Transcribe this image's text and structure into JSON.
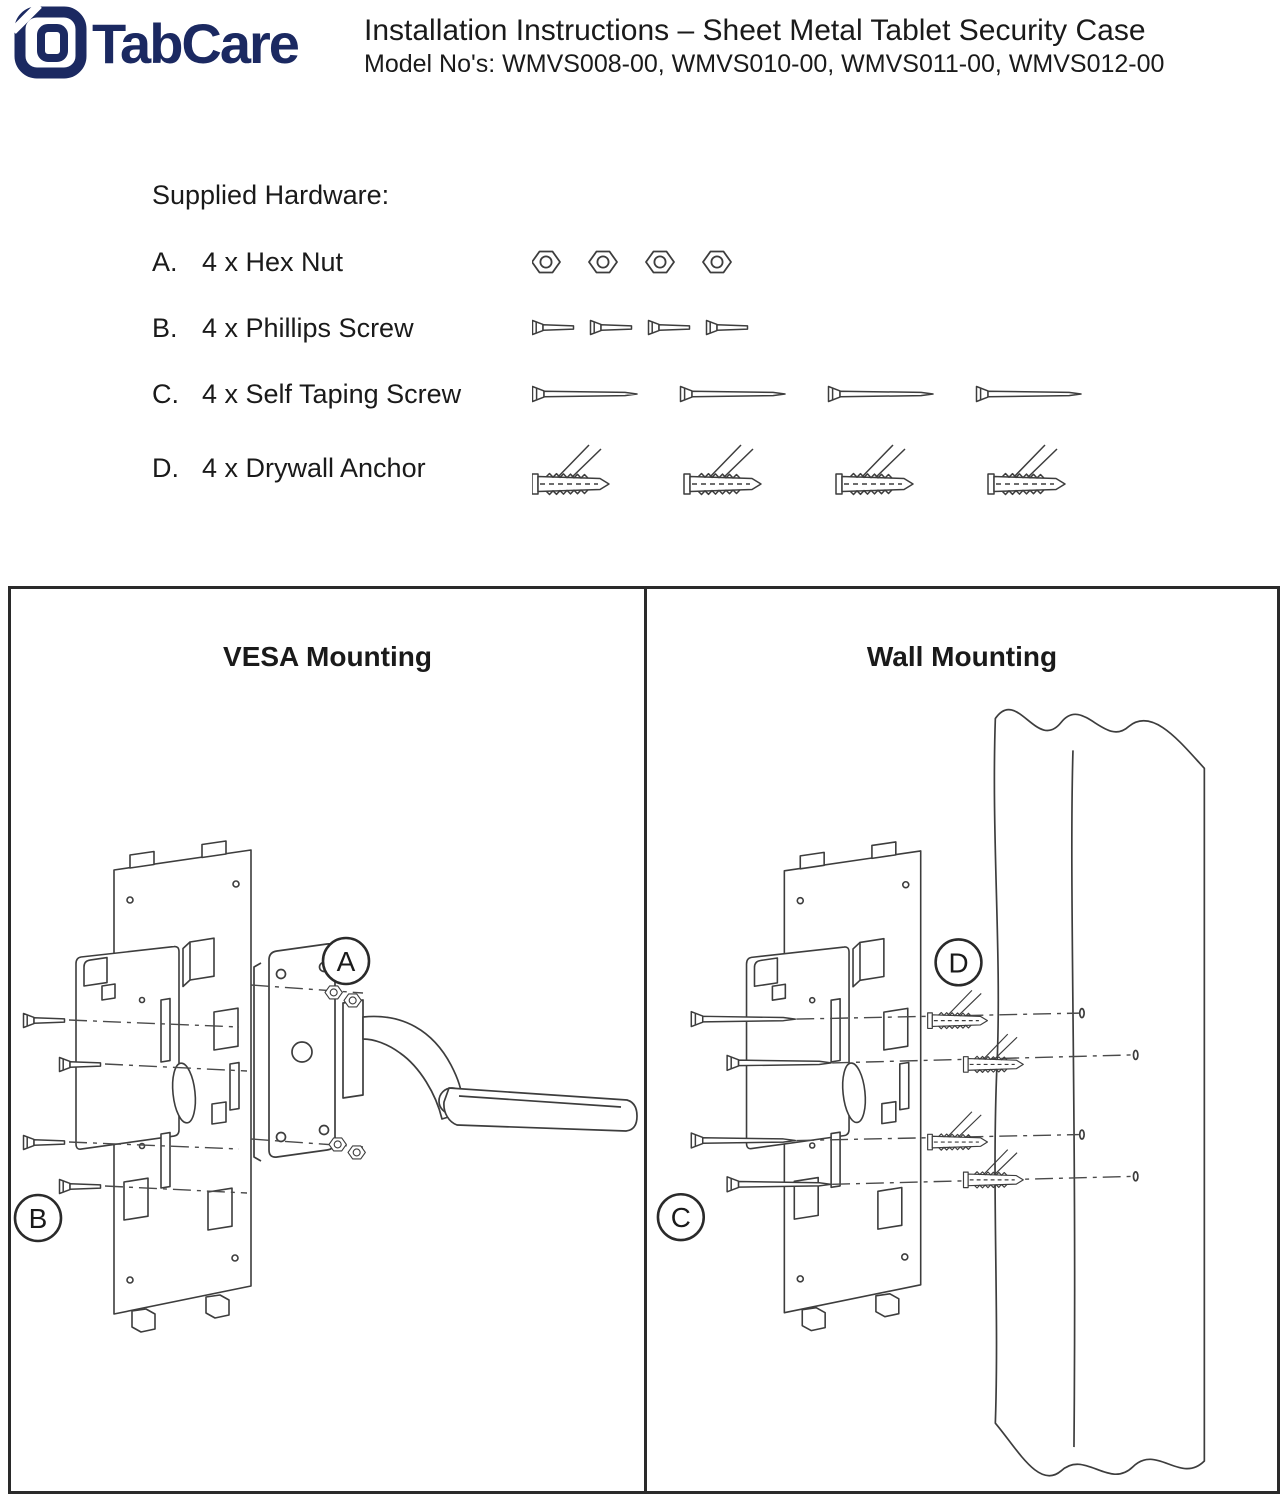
{
  "header": {
    "logo": {
      "text": "TabCare",
      "color": "#1b2961"
    },
    "title": "Installation Instructions – Sheet Metal Tablet Security Case",
    "model_line": "Model No's: WMVS008-00, WMVS010-00, WMVS011-00, WMVS012-00"
  },
  "hardware": {
    "heading": "Supplied Hardware:",
    "items": [
      {
        "letter": "A.",
        "label": "4 x Hex Nut",
        "icon": "hex-nut",
        "quantity": 4
      },
      {
        "letter": "B.",
        "label": "4 x Phillips Screw",
        "icon": "phillips-screw",
        "quantity": 4
      },
      {
        "letter": "C.",
        "label": "4 x Self Taping Screw",
        "icon": "self-tapping-screw",
        "quantity": 4
      },
      {
        "letter": "D.",
        "label": "4 x Drywall Anchor",
        "icon": "drywall-anchor",
        "quantity": 4
      }
    ]
  },
  "diagrams": {
    "vesa": {
      "title": "VESA Mounting",
      "callout_top": "A",
      "callout_bottom": "B"
    },
    "wall": {
      "title": "Wall Mounting",
      "callout_top": "D",
      "callout_bottom": "C"
    }
  }
}
